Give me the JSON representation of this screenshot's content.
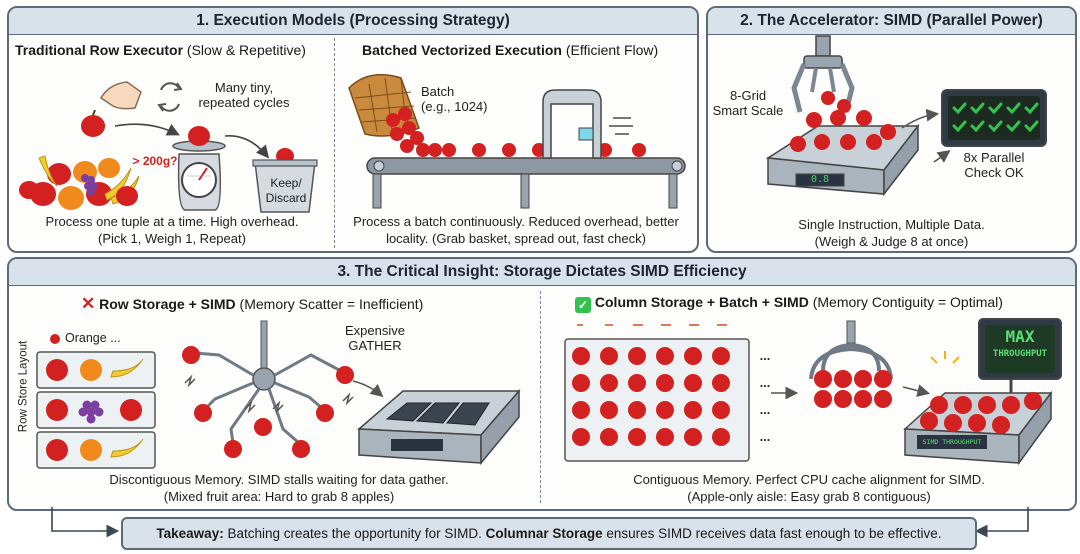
{
  "panel1": {
    "title": "1. Execution Models (Processing Strategy)",
    "left": {
      "heading_bold": "Traditional Row Executor",
      "heading_rest": " (Slow & Repetitive)",
      "cycle_label_1": "Many tiny,",
      "cycle_label_2": "repeated cycles",
      "weight_label": "> 200g?",
      "basket_label_1": "Keep/",
      "basket_label_2": "Discard",
      "caption_1": "Process one tuple at a time. High overhead.",
      "caption_2": "(Pick 1, Weigh 1, Repeat)"
    },
    "right": {
      "heading_bold": "Batched Vectorized Execution",
      "heading_rest": " (Efficient Flow)",
      "batch_label_1": "Batch",
      "batch_label_2": "(e.g., 1024)",
      "caption_1": "Process a batch continuously. Reduced overhead, better",
      "caption_2": "locality. (Grab basket, spread out, fast check)"
    }
  },
  "panel2": {
    "title": "2. The Accelerator: SIMD (Parallel Power)",
    "grid_label_1": "8-Grid",
    "grid_label_2": "Smart Scale",
    "scale_display": "0.8",
    "check_label_1": "8x Parallel",
    "check_label_2": "Check OK",
    "caption_1": "Single Instruction, Multiple Data.",
    "caption_2": "(Weigh & Judge 8 at once)"
  },
  "panel3": {
    "title": "3. The Critical Insight: Storage Dictates SIMD Efficiency",
    "left": {
      "heading_bold": "Row Storage + SIMD",
      "heading_rest": " (Memory Scatter = Inefficient)",
      "vertical_label": "Row Store Layout",
      "legend_text": "Orange",
      "legend_more": "...",
      "gather_label_1": "Expensive",
      "gather_label_2": "GATHER",
      "caption_1": "Discontiguous Memory. SIMD stalls waiting for data gather.",
      "caption_2": "(Mixed fruit area: Hard to grab 8 apples)"
    },
    "right": {
      "heading_bold": "Column Storage + Batch + SIMD",
      "heading_rest": " (Memory Contiguity = Optimal)",
      "ellipsis": "...",
      "max_label_1": "MAX",
      "max_label_2": "THROUGHPUT",
      "scale_display": "SIMD THROUGHPUT",
      "caption_1": "Contiguous Memory. Perfect CPU cache alignment for SIMD.",
      "caption_2": "(Apple-only aisle: Easy grab 8 contiguous)"
    }
  },
  "takeaway": {
    "label": "Takeaway:",
    "text_1": " Batching creates the opportunity for SIMD. ",
    "bold_2": "Columnar Storage",
    "text_3": " ensures SIMD receives data fast enough to be effective."
  },
  "colors": {
    "apple": "#d32020",
    "orange": "#f08a1c",
    "banana": "#f2cc2a",
    "grape": "#7b3fa0",
    "panel_header": "#d9e1ea",
    "check_green": "#33c24d",
    "cross_red": "#d7201f"
  }
}
